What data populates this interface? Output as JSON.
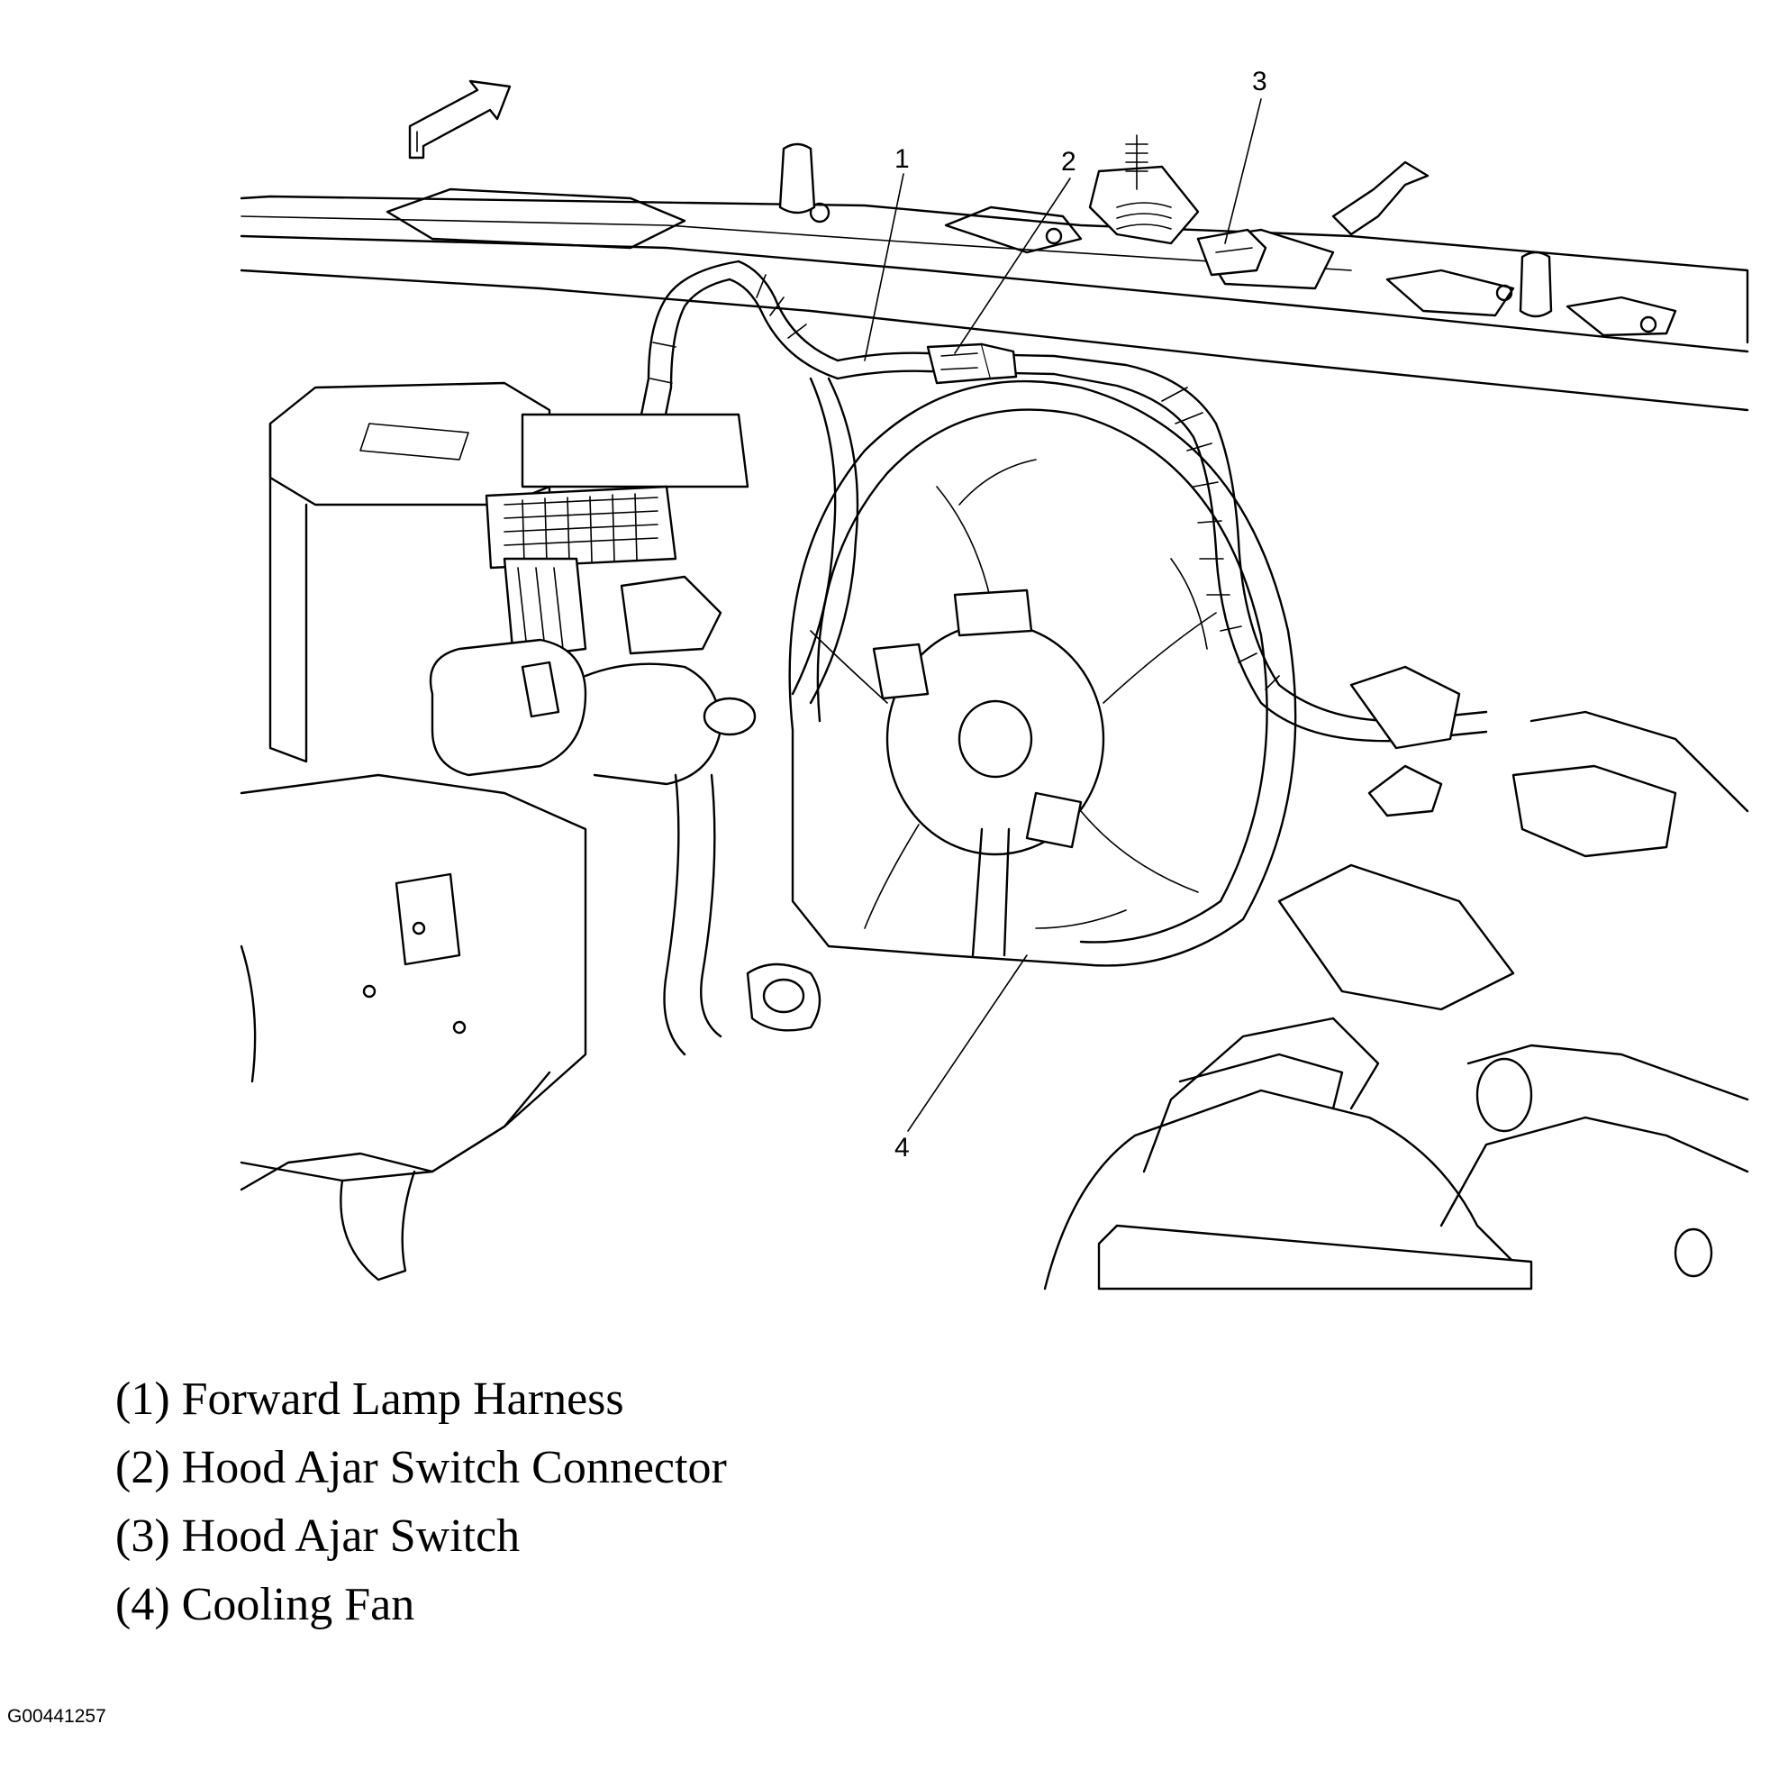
{
  "callouts": [
    "1",
    "2",
    "3",
    "4"
  ],
  "legend": [
    {
      "num": "(1)",
      "label": "Forward Lamp Harness"
    },
    {
      "num": "(2)",
      "label": "Hood Ajar Switch Connector"
    },
    {
      "num": "(3)",
      "label": "Hood Ajar Switch"
    },
    {
      "num": "(4)",
      "label": "Cooling Fan"
    }
  ],
  "figure_id": "G00441257"
}
